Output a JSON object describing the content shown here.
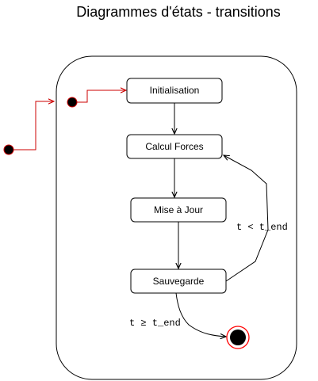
{
  "diagram": {
    "title": "Diagrammes d'états - transitions",
    "states": {
      "init": "Initialisation",
      "forces": "Calcul Forces",
      "update": "Mise à Jour",
      "save": "Sauvegarde"
    },
    "guards": {
      "loop": "t < t_end",
      "exit": "t ≥ t_end"
    },
    "colors": {
      "initial_transition": "#cc0000",
      "final_ring": "#ff0000",
      "node_fill": "#000000",
      "stroke": "#000000"
    }
  }
}
